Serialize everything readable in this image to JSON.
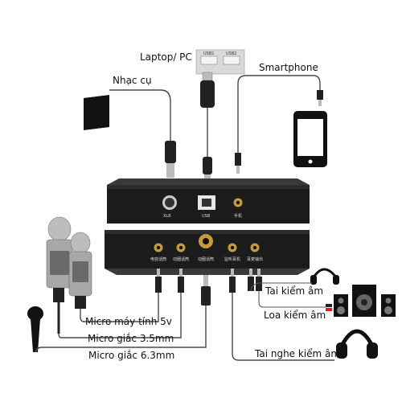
{
  "labels": {
    "laptop": "Laptop/ PC",
    "smartphone": "Smartphone",
    "instrument": "Nhạc cụ",
    "headphone_monitor": "Tai kiểm âm",
    "speaker_monitor": "Loa kiểm âm",
    "earphone_monitor": "Tai nghe kiểm âm",
    "mic_pc": "Micro máy tính 5v",
    "mic_35": "Micro giắc 3.5mm",
    "mic_63": "Micro giắc 6.3mm"
  },
  "usb_ports": {
    "usb1": "USB1",
    "usb2": "USB2"
  },
  "top_panel": {
    "port1": "XLR",
    "port2": "USB",
    "port3": "手机"
  },
  "bottom_panel": {
    "port1": "电容话筒",
    "port2": "动圈话筒",
    "port3": "动圈话筒",
    "port4": "监听耳机",
    "port5": "耳麦输出"
  },
  "colors": {
    "device": "#1c1c1c",
    "port_ring": "#c79a3a",
    "cable": "#4a4a4a"
  }
}
